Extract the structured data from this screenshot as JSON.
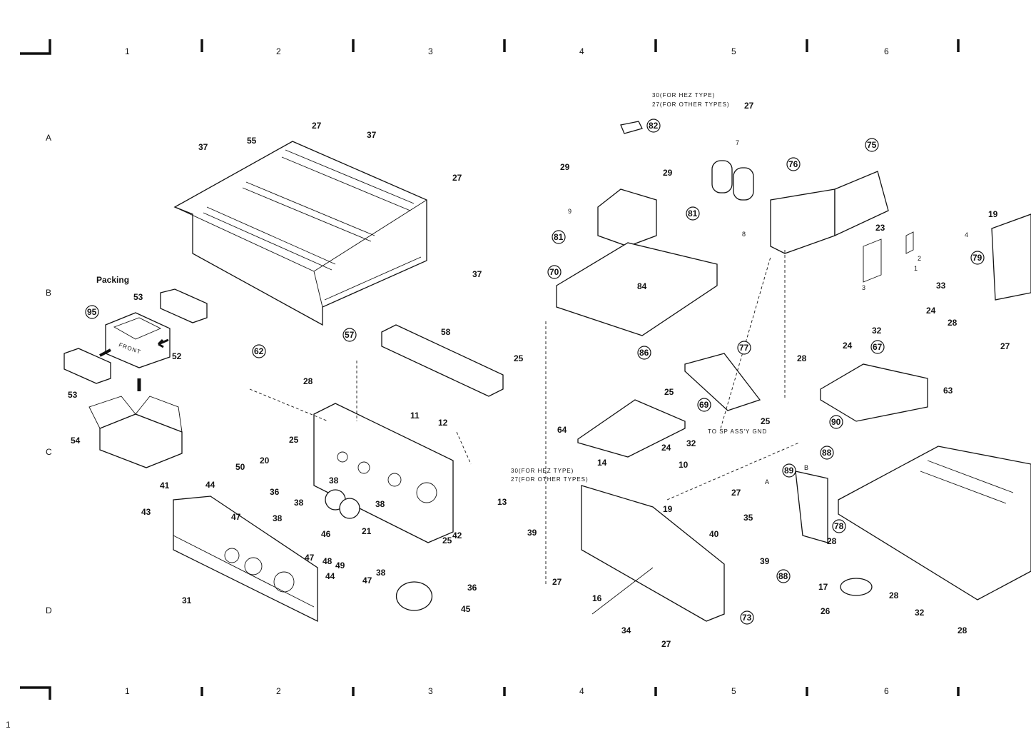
{
  "grid": {
    "columns": [
      "1",
      "2",
      "3",
      "4",
      "5",
      "6"
    ],
    "rows": [
      "A",
      "B",
      "C",
      "D"
    ],
    "page_number": "1"
  },
  "section_title": "Packing",
  "notes": {
    "hez_top": "30(FOR HEZ TYPE)",
    "other_top": "27(FOR OTHER TYPES)",
    "hez_bottom": "30(FOR HEZ TYPE)",
    "other_bottom": "27(FOR OTHER TYPES)",
    "sp_gnd": "TO SP ASS'Y GND",
    "front": "FRONT"
  },
  "callouts": [
    "27",
    "37",
    "37",
    "55",
    "27",
    "37",
    "53",
    "95",
    "52",
    "53",
    "54",
    "57",
    "58",
    "62",
    "25",
    "28",
    "11",
    "12",
    "25",
    "20",
    "50",
    "36",
    "44",
    "41",
    "38",
    "38",
    "38",
    "13",
    "43",
    "47",
    "38",
    "46",
    "21",
    "42",
    "25",
    "47",
    "48",
    "49",
    "38",
    "44",
    "47",
    "31",
    "36",
    "45",
    "27",
    "82",
    "7",
    "29",
    "29",
    "76",
    "75",
    "9",
    "81",
    "81",
    "8",
    "23",
    "4",
    "19",
    "79",
    "2",
    "1",
    "70",
    "84",
    "3",
    "33",
    "24",
    "32",
    "28",
    "24",
    "67",
    "27",
    "86",
    "77",
    "28",
    "63",
    "25",
    "69",
    "25",
    "90",
    "64",
    "32",
    "24",
    "88",
    "14",
    "10",
    "89",
    "27",
    "35",
    "19",
    "39",
    "40",
    "78",
    "39",
    "28",
    "27",
    "88",
    "28",
    "16",
    "17",
    "32",
    "73",
    "34",
    "26",
    "28",
    "27",
    "A",
    "B"
  ]
}
